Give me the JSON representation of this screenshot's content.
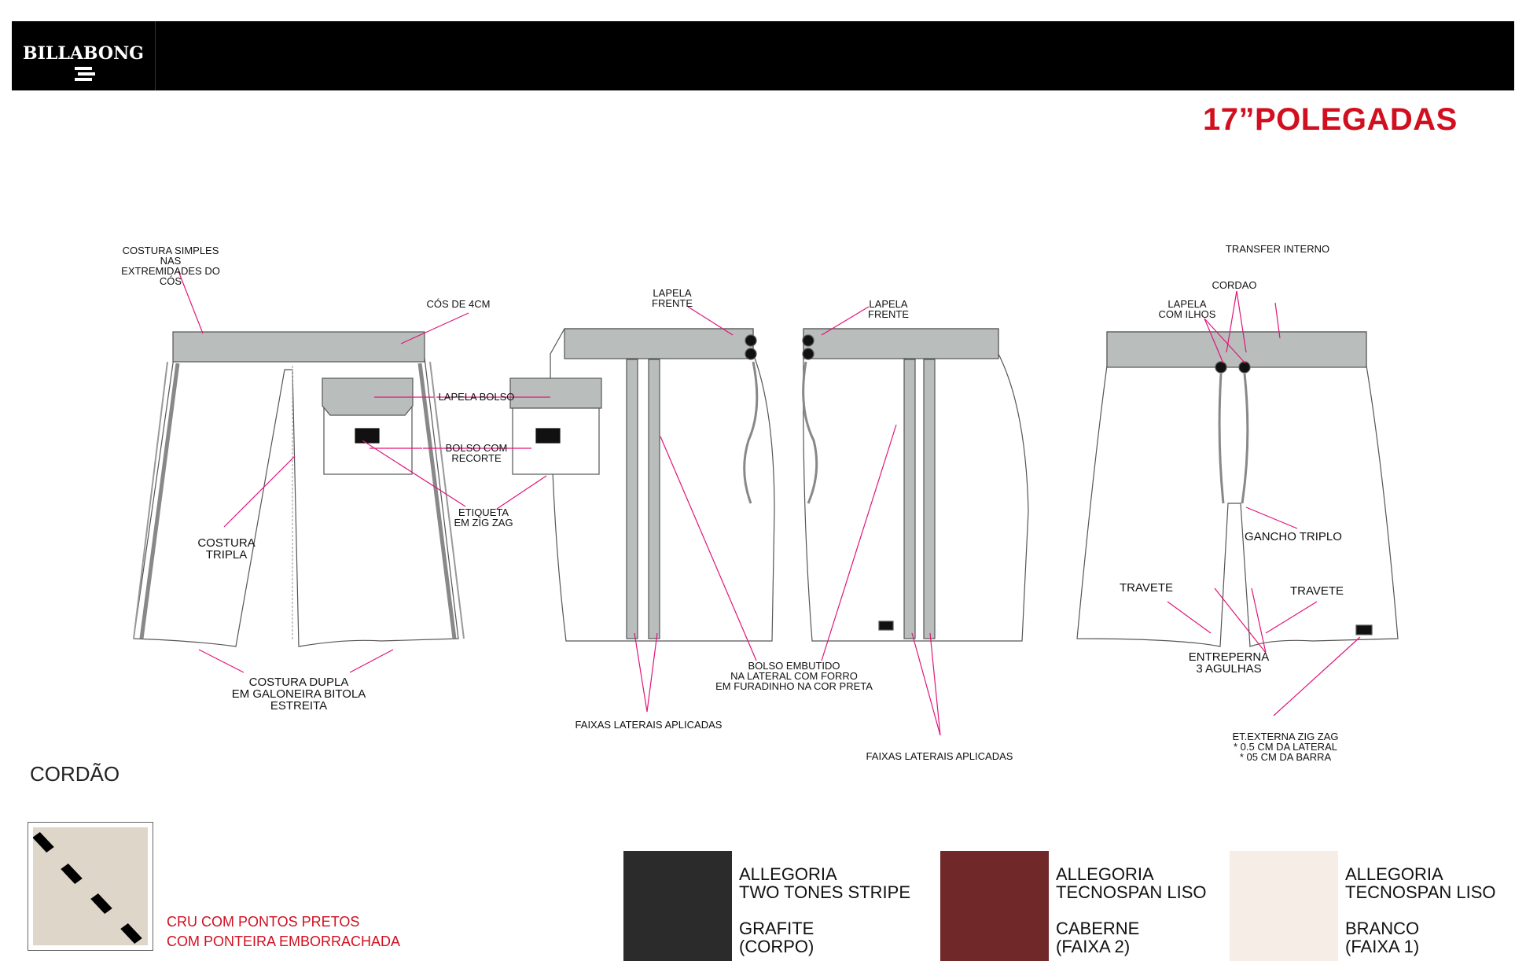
{
  "header": {
    "brand_logo_text": "BILLABONG",
    "title": "17”POLEGADAS",
    "title_color": "#d10f1f"
  },
  "labels": {
    "costura_simples": "COSTURA SIMPLES NAS\nEXTREMIDADES DO CÓS",
    "cos": "CÓS DE 4CM",
    "lapela_bolso": "LAPELA BOLSO",
    "bolso_recorte": "BOLSO COM\nRECORTE",
    "etiqueta": "ETIQUETA\nEM ZIG ZAG",
    "costura_tripla": "COSTURA\nTRIPLA",
    "costura_dupla": "COSTURA DUPLA\nEM GALONEIRA BITOLA\nESTREITA",
    "lapela_frente_1": "LAPELA\nFRENTE",
    "lapela_frente_2": "LAPELA\nFRENTE",
    "bolso_embutido": "BOLSO EMBUTIDO\nNA LATERAL COM FORRO\nEM FURADINHO NA COR PRETA",
    "faixas_1": "FAIXAS LATERAIS APLICADAS",
    "faixas_2": "FAIXAS LATERAIS APLICADAS",
    "transfer": "TRANSFER INTERNO",
    "cordao_lbl": "CORDAO",
    "lapela_ilhos": "LAPELA\nCOM ILHOS",
    "gancho": "GANCHO TRIPLO",
    "travete_1": "TRAVETE",
    "travete_2": "TRAVETE",
    "entreperna": "ENTREPERNA\n3 AGULHAS",
    "et_externa": "ET.EXTERNA ZIG ZAG\n* 0.5 CM DA LATERAL\n* 05 CM DA BARRA"
  },
  "cord": {
    "section_title": "CORDÃO",
    "swatch_color": "#ded6c8",
    "description": "CRU COM PONTOS PRETOS\nCOM PONTEIRA EMBORRACHADA"
  },
  "fabrics": [
    {
      "color": "#2b2b2b",
      "text": "ALLEGORIA\nTWO TONES STRIPE\n\nGRAFITE\n(CORPO)"
    },
    {
      "color": "#712828",
      "text": "ALLEGORIA\nTECNOSPAN LISO\n\nCABERNE\n(FAIXA 2)"
    },
    {
      "color": "#f5ede6",
      "text": "ALLEGORIA\nTECNOSPAN LISO\n\nBRANCO\n(FAIXA 1)"
    }
  ],
  "colors": {
    "callout_line": "#e0157a",
    "waistband": "#b9bdbc",
    "outline": "#555555"
  }
}
